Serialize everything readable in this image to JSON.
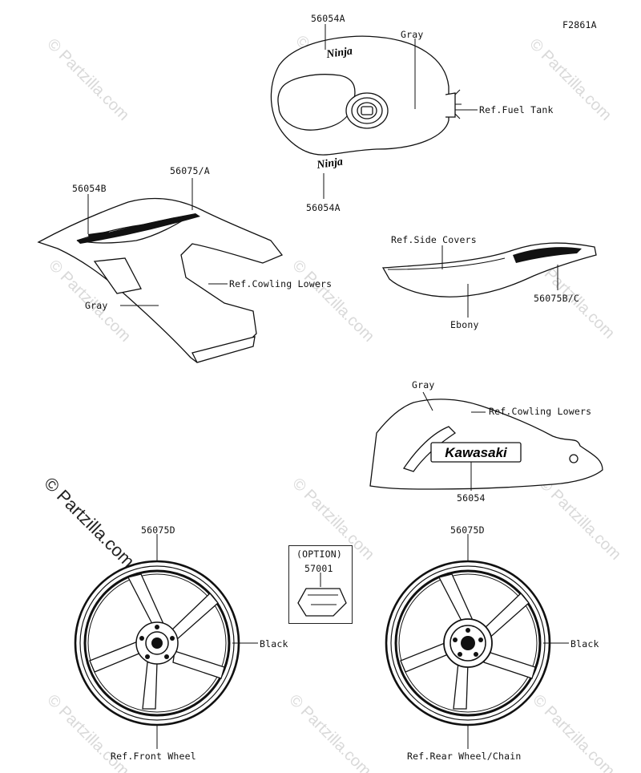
{
  "figure_code": "F2861A",
  "watermark": {
    "text": "© Partzilla.com",
    "big_text": "© Partzilla.com"
  },
  "tank": {
    "part_top": "56054A",
    "part_bottom": "56054A",
    "color": "Gray",
    "ref": "Ref.Fuel Tank",
    "logo": "Ninja"
  },
  "left_cowl": {
    "part_main": "56075/A",
    "part_small": "56054B",
    "ref": "Ref.Cowling Lowers",
    "color": "Gray"
  },
  "side_cover": {
    "ref": "Ref.Side Covers",
    "part": "56075B/C",
    "color": "Ebony"
  },
  "lower_cowl": {
    "color": "Gray",
    "ref": "Ref.Cowling Lowers",
    "part": "56054",
    "logo": "Kawasaki"
  },
  "option": {
    "label": "(OPTION)",
    "part": "57001"
  },
  "front_wheel": {
    "part": "56075D",
    "color": "Black",
    "ref": "Ref.Front Wheel"
  },
  "rear_wheel": {
    "part": "56075D",
    "color": "Black",
    "ref": "Ref.Rear Wheel/Chain"
  }
}
